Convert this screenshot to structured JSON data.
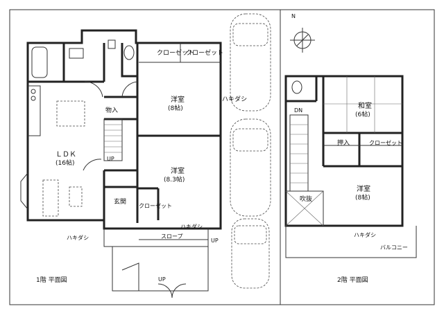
{
  "floor1": {
    "title": "1階 平面図",
    "rooms": {
      "ldk": "ＬＤＫ",
      "ldk_size": "(16帖)",
      "western1": "洋室",
      "western1_size": "(8帖)",
      "western2": "洋室",
      "western2_size": "(8.3帖)",
      "storage": "物入",
      "entrance": "玄関",
      "closet_top1": "クローゼット",
      "closet_top2": "クローゼット",
      "closet_entrance": "クローゼット"
    },
    "labels": {
      "up_stairs": "UP",
      "up_slope": "UP",
      "up_lower": "UP",
      "slope": "スロープ",
      "sash_east": "ハキダシ",
      "sash_south": "ハキダシ",
      "sash_ldk": "ハキダシ"
    }
  },
  "floor2": {
    "title": "2階 平面図",
    "rooms": {
      "japanese": "和室",
      "japanese_size": "(6帖)",
      "oshiire": "押入",
      "closet": "クローゼット",
      "western": "洋室",
      "western_size": "(8帖)",
      "atrium": "吹抜"
    },
    "labels": {
      "down": "DN",
      "balcony": "バルコニー",
      "sash": "ハキダシ"
    }
  },
  "compass": {
    "north": "N"
  }
}
